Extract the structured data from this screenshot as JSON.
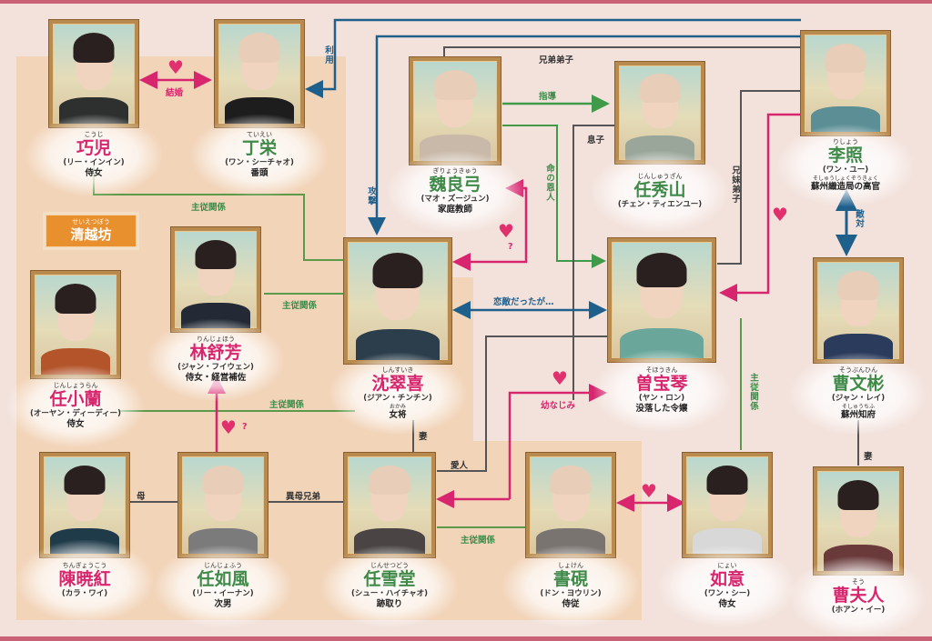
{
  "colors": {
    "pink": "#d8266e",
    "green": "#3f8a49",
    "blue": "#1e5f8c",
    "gray": "#555555",
    "zone": "#f1cfae",
    "border": "#c96277"
  },
  "badge": {
    "furigana": "せいえつぼう",
    "label": "清越坊"
  },
  "characters": [
    {
      "id": "kouji",
      "furigana": "こうじ",
      "name": "巧児",
      "reading": "(リー・インイン)",
      "role": "侍女",
      "color": "pink"
    },
    {
      "id": "teiei",
      "furigana": "ていえい",
      "name": "丁栄",
      "reading": "(ワン・シーチャオ)",
      "role": "番頭",
      "color": "green"
    },
    {
      "id": "giryoukyuu",
      "furigana": "ぎりょうきゅう",
      "name": "魏良弓",
      "reading": "(マオ・ズージュン)",
      "role": "家庭教師",
      "color": "green"
    },
    {
      "id": "jinshuuzan",
      "furigana": "じんしゅうざん",
      "name": "任秀山",
      "reading": "(チェン・ティエンユー)",
      "role": "",
      "color": "green"
    },
    {
      "id": "rishou",
      "furigana": "りしょう",
      "name": "李照",
      "reading": "(ワン・ユー)",
      "role_furigana": "そしゅうしょくぞうきょく",
      "role": "蘇州織造局の高官",
      "color": "green"
    },
    {
      "id": "rinjohou",
      "furigana": "りんじょほう",
      "name": "林舒芳",
      "reading": "(ジャン・フイウェン)",
      "role": "侍女・経営補佐",
      "color": "pink"
    },
    {
      "id": "shinsuiki",
      "furigana": "しんすいき",
      "name": "沈翠喜",
      "reading": "(ジアン・チンチン)",
      "role_furigana": "おかみ",
      "role": "女将",
      "color": "pink"
    },
    {
      "id": "jinshouran",
      "furigana": "じんしょうらん",
      "name": "任小蘭",
      "reading": "(オーヤン・ディーディー)",
      "role": "侍女",
      "color": "pink"
    },
    {
      "id": "sohoukin",
      "furigana": "そほうきん",
      "name": "曽宝琴",
      "reading": "(ヤン・ロン)",
      "role": "没落した令嬢",
      "color": "pink"
    },
    {
      "id": "soubunpin",
      "furigana": "そうぶんひん",
      "name": "曹文彬",
      "reading": "(ジャン・レイ)",
      "role_furigana": "そしゅうちふ",
      "role": "蘇州知府",
      "color": "green"
    },
    {
      "id": "chingyoukou",
      "furigana": "ちんぎょうこう",
      "name": "陳暁紅",
      "reading": "(カラ・ワイ)",
      "role": "",
      "color": "pink"
    },
    {
      "id": "jinjofuu",
      "furigana": "じんじょふう",
      "name": "任如風",
      "reading": "(リー・イーナン)",
      "role": "次男",
      "color": "green"
    },
    {
      "id": "jinsetsudou",
      "furigana": "じんせつどう",
      "name": "任雪堂",
      "reading": "(シュー・ハイチャオ)",
      "role": "跡取り",
      "color": "green"
    },
    {
      "id": "shoken",
      "furigana": "しょけん",
      "name": "書硯",
      "reading": "(ドン・ヨウリン)",
      "role": "侍従",
      "color": "green"
    },
    {
      "id": "nyoi",
      "furigana": "にょい",
      "name": "如意",
      "reading": "(ワン・シー)",
      "role": "侍女",
      "color": "pink"
    },
    {
      "id": "soufujin",
      "furigana": "そう",
      "name": "曹夫人",
      "reading": "(ホアン・イー)",
      "role": "",
      "color": "pink"
    }
  ],
  "relations": {
    "marriage": "結婚",
    "use": "利用",
    "siblings_disciple": "兄弟弟子",
    "guidance": "指導",
    "son": "息子",
    "life_savior": "命の恩人",
    "attack": "攻撃",
    "sister_disciple": "兄妹弟子",
    "rival": "敵対",
    "master_servant_1": "主従関係",
    "master_servant_2": "主従関係",
    "master_servant_3": "主従関係",
    "master_servant_4": "主従関係",
    "master_servant_5": "主従関係",
    "rivals_but": "恋敵だったが…",
    "question_1": "?",
    "question_2": "?",
    "childhood": "幼なじみ",
    "wife_1": "妻",
    "wife_2": "妻",
    "lover": "愛人",
    "mother": "母",
    "half_brothers": "異母兄弟"
  },
  "heart_glyph": "♥"
}
